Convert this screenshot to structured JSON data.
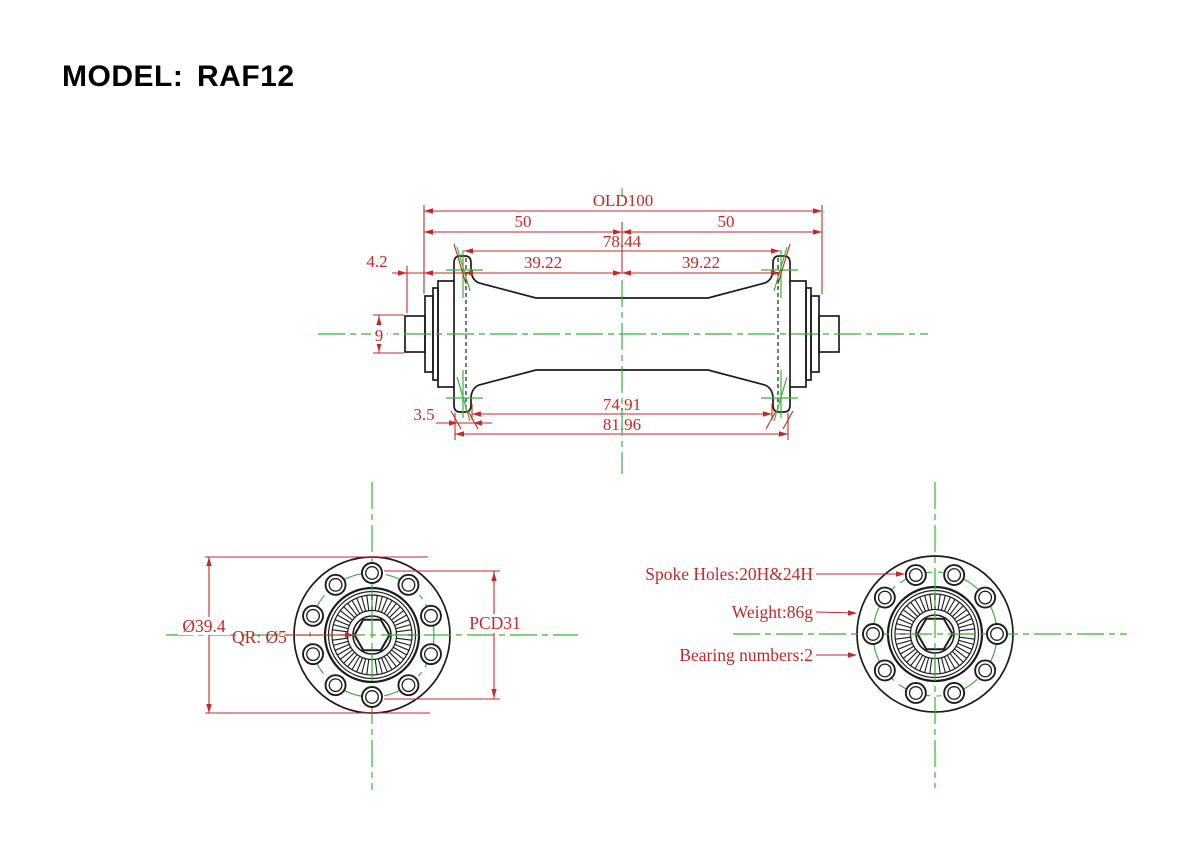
{
  "title": {
    "label": "MODEL:",
    "value": "RAF12"
  },
  "colors": {
    "outline": "#1c1c1c",
    "dimension": "#c52828",
    "centerline": "#35b535"
  },
  "side_view": {
    "dimensions": {
      "over_locknut": "OLD100",
      "half_left": "50",
      "half_right": "50",
      "flange_span": "78.44",
      "flange_half_left": "39.22",
      "flange_half_right": "39.22",
      "axle_protrusion": "4.2",
      "axle_diameter": "9",
      "flange_thickness": "3.5",
      "flange_inner_span": "74.91",
      "flange_outer_span": "81.96"
    }
  },
  "front_left_view": {
    "dimensions": {
      "flange_outer_diameter": "Ø39.4",
      "axle_type": "QR: Ø5",
      "pitch_circle_diameter": "PCD31"
    }
  },
  "front_right_view": {
    "annotations": {
      "spoke_holes": "Spoke Holes:20H&24H",
      "weight": "Weight:86g",
      "bearing_numbers": "Bearing numbers:2"
    }
  },
  "drawing": {
    "spoke_hole_count": 10,
    "knurl_segment_count": 48
  }
}
